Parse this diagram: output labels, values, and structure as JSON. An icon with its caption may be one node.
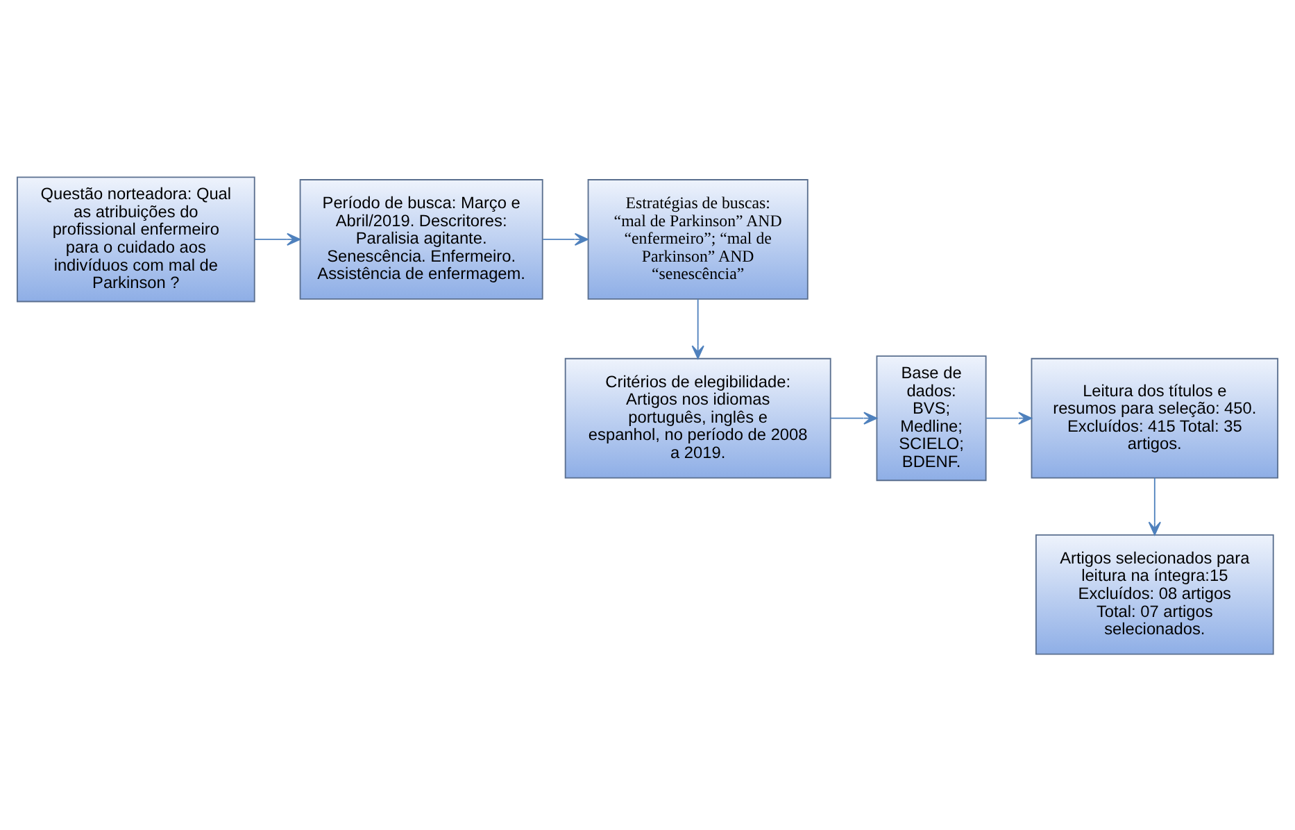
{
  "diagram": {
    "nodes": [
      {
        "text": [
          "Questão norteadora: Qual as atribuições do profissional enfermeiro para o cuidado aos indivíduos com mal de Parkinson ?"
        ]
      },
      {
        "text": [
          "Período de busca: Março e Abril/2019. Descritores: Paralisia agitante. Senescência. Enfermeiro. Assistência de enfermagem."
        ]
      },
      {
        "text": [
          "Estratégias de buscas: “mal de Parkinson” AND “enfermeiro”; “mal de Parkinson” AND “senescência”"
        ]
      },
      {
        "text": [
          "Critérios de elegibilidade: Artigos nos idiomas português, inglês e espanhol, no período de 2008 a 2019."
        ]
      },
      {
        "text": [
          "Base de dados: BVS; Medline; SCIELO; BDENF."
        ]
      },
      {
        "text": [
          "Leitura dos títulos e resumos para seleção: 450. Excluídos: 415 Total: 35 artigos."
        ]
      },
      {
        "text": [
          "Artigos selecionados para leitura na íntegra:15 Excluídos: 08 artigos    Total: 07 artigos selecionados."
        ]
      }
    ],
    "edges": [
      {
        "from": 0,
        "to": 1,
        "arrow": "to"
      },
      {
        "from": 1,
        "to": 2,
        "arrow": "to"
      },
      {
        "from": 2,
        "to": 3,
        "arrow": "to"
      },
      {
        "from": 3,
        "to": 4,
        "arrow": "to"
      },
      {
        "from": 4,
        "to": 5,
        "arrow": "to"
      },
      {
        "from": 5,
        "to": 6,
        "arrow": "to"
      }
    ]
  }
}
